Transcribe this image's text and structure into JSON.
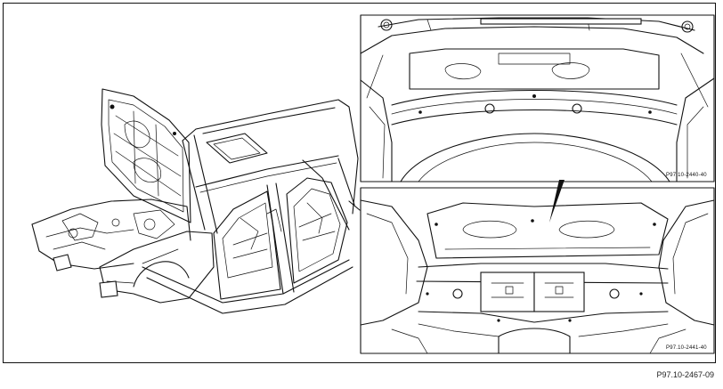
{
  "figure": {
    "number": "P97.10-2467-09",
    "detail_top_code": "P97.10-2440-40",
    "detail_bottom_code": "P97.10-2441-40"
  }
}
